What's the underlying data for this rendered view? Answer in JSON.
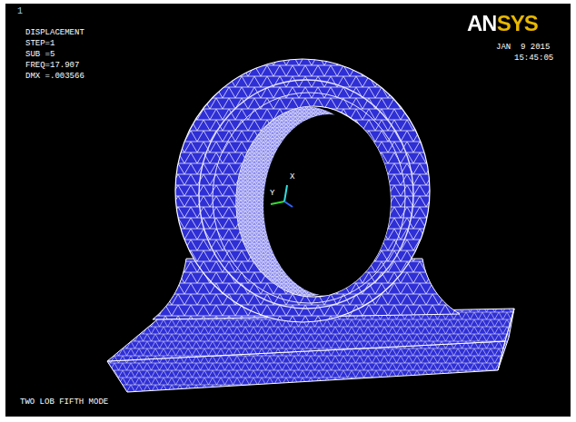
{
  "diagram": {
    "labels": [
      "1",
      "DISPLACEMENT",
      "STEP=1",
      "SUB =5",
      "FREQ=17.907",
      "DMX =.003566",
      "ANSYS",
      "JAN  9 2015",
      "15:45:05",
      "Y",
      "X",
      "TWO LOB FIFTH MODE"
    ]
  }
}
